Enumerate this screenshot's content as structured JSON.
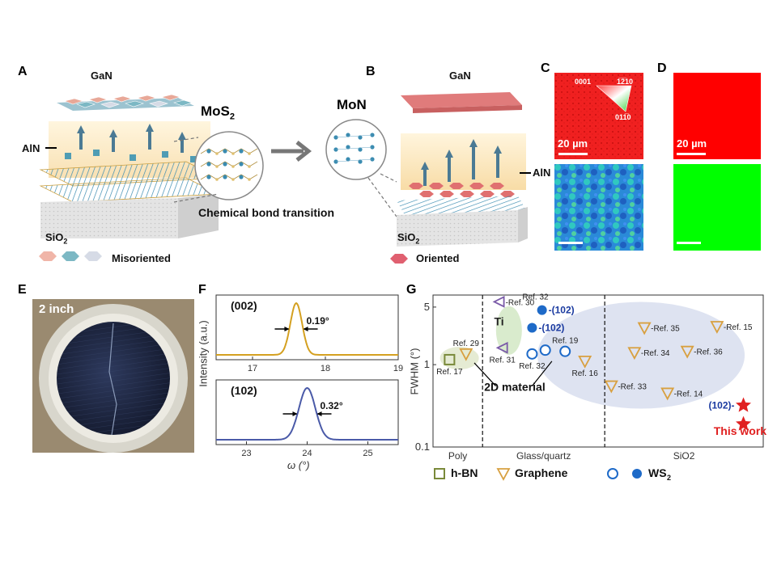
{
  "panels": {
    "A": {
      "label": "A",
      "gan": "GaN",
      "aln": "AlN",
      "substrate": "SiO",
      "substrate_sub": "2",
      "legend": "Misoriented",
      "inset": "MoS",
      "inset_sub": "2"
    },
    "B": {
      "label": "B",
      "gan": "GaN",
      "aln": "AlN",
      "substrate": "SiO",
      "substrate_sub": "2",
      "legend": "Oriented",
      "inset": "MoN"
    },
    "bond_text": "Chemical bond transition",
    "C": {
      "label": "C",
      "scale_top": "20 µm",
      "pole_0001": "0001",
      "pole_1210": "1̅2̅10",
      "pole_0110": "011̅0"
    },
    "D": {
      "label": "D",
      "scale_top": "20 µm"
    },
    "E": {
      "label": "E",
      "wafer": "2 inch"
    },
    "F": {
      "label": "F",
      "ylabel": "Intensity (a.u.)",
      "xlabel": "ω (°)"
    },
    "G": {
      "label": "G",
      "ylabel": "FWHM (°)",
      "this_work": "This work",
      "ti": "Ti",
      "two_d": "2D material"
    }
  },
  "colors": {
    "gan_pink": "#e88a8a",
    "substrate_grey": "#dcdcdc",
    "xrd_002": "#d4a020",
    "xrd_102": "#4a5aa8",
    "ebsd_red": "#ff0000",
    "ebsd_green": "#00ff00",
    "star_red": "#e02020",
    "hbn": "#7a8a3a",
    "graphene": "#d8a040",
    "ws2": "#1e6ac8",
    "ref_purple": "#7a5aa8"
  },
  "chart_data": [
    {
      "type": "line",
      "panel": "F-top",
      "title": "(002)",
      "annotation": "0.19°",
      "xlim": [
        16.5,
        19
      ],
      "xticks": [
        "17",
        "18",
        "19"
      ],
      "peak_center": 17.6,
      "fwhm": 0.19,
      "color": "#d4a020"
    },
    {
      "type": "line",
      "panel": "F-bottom",
      "title": "(102)",
      "annotation": "0.32°",
      "xlim": [
        22.5,
        25.5
      ],
      "xticks": [
        "23",
        "24",
        "25"
      ],
      "peak_center": 24.0,
      "fwhm": 0.32,
      "color": "#4a5aa8"
    },
    {
      "type": "scatter",
      "panel": "G",
      "ylabel": "FWHM (°)",
      "yscale": "log",
      "ylim": [
        0.1,
        7
      ],
      "yticks": [
        "0.1",
        "1",
        "5"
      ],
      "xlim": [
        0,
        10
      ],
      "categories": [
        "Poly",
        "Glass/quartz",
        "SiO2"
      ],
      "category_bounds": [
        0,
        1.5,
        5.2,
        10
      ],
      "series": [
        {
          "name": "h-BN",
          "marker": "square-open",
          "color": "#7a8a3a",
          "points": [
            {
              "x": 0.5,
              "y": 1.15,
              "label": "Ref. 17",
              "lpos": "below"
            }
          ]
        },
        {
          "name": "Graphene",
          "marker": "triangle-down-open",
          "color": "#d8a040",
          "points": [
            {
              "x": 1.0,
              "y": 1.35,
              "label": "Ref. 29",
              "lpos": "above"
            },
            {
              "x": 4.6,
              "y": 1.1,
              "label": "Ref. 16",
              "lpos": "below"
            },
            {
              "x": 5.4,
              "y": 0.55,
              "label": "Ref. 33",
              "lpos": "right"
            },
            {
              "x": 6.1,
              "y": 1.4,
              "label": "Ref. 34",
              "lpos": "right"
            },
            {
              "x": 6.4,
              "y": 2.8,
              "label": "Ref. 35",
              "lpos": "right"
            },
            {
              "x": 7.1,
              "y": 0.45,
              "label": "Ref. 14",
              "lpos": "right"
            },
            {
              "x": 7.7,
              "y": 1.45,
              "label": "Ref. 36",
              "lpos": "right"
            },
            {
              "x": 8.6,
              "y": 2.9,
              "label": "Ref. 15",
              "lpos": "right"
            }
          ]
        },
        {
          "name": "WS2",
          "marker": "circle-open",
          "color": "#1e6ac8",
          "points": [
            {
              "x": 3.0,
              "y": 1.35,
              "label": "Ref. 32",
              "lpos": "below"
            },
            {
              "x": 3.4,
              "y": 1.5,
              "label": "",
              "lpos": "none"
            },
            {
              "x": 4.0,
              "y": 1.45,
              "label": "Ref. 19",
              "lpos": "above"
            }
          ]
        },
        {
          "name": "WS2 (102)",
          "marker": "circle-filled",
          "color": "#1e6ac8",
          "points": [
            {
              "x": 3.0,
              "y": 2.8,
              "label": "(102)",
              "lpos": "right"
            },
            {
              "x": 3.3,
              "y": 4.6,
              "label": "(102)",
              "lpos": "right"
            }
          ]
        },
        {
          "name": "Ti refs",
          "marker": "triangle-left-open",
          "color": "#7a5aa8",
          "points": [
            {
              "x": 2.0,
              "y": 5.8,
              "label": "Ref. 30",
              "lpos": "right"
            },
            {
              "x": 2.1,
              "y": 1.6,
              "label": "Ref. 31",
              "lpos": "below"
            }
          ]
        },
        {
          "name": "This work",
          "marker": "star",
          "color": "#e02020",
          "points": [
            {
              "x": 9.4,
              "y": 0.32,
              "label": "(102)",
              "lpos": "left"
            },
            {
              "x": 9.4,
              "y": 0.19,
              "label": "",
              "lpos": "none"
            }
          ]
        }
      ],
      "extra_labels": [
        {
          "text": "Ref. 32",
          "x": 3.1,
          "y": 6.2
        }
      ],
      "legend": [
        "h-BN",
        "Graphene",
        "WS2"
      ]
    }
  ]
}
